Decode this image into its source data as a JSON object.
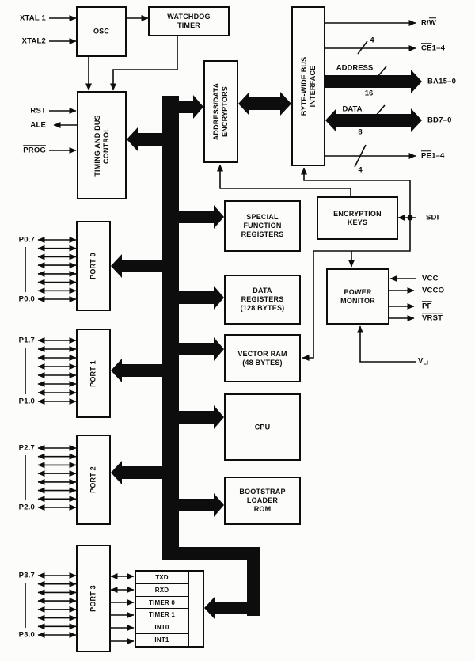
{
  "colors": {
    "ink": "#0d0d0d",
    "paper": "#fcfcfa"
  },
  "blocks": {
    "osc": "OSC",
    "watchdog": "WATCHDOG\nTIMER",
    "timing": "TIMING AND BUS\nCONTROL",
    "encryptors": "ADDRESS/DATA\nENCRYPTORS",
    "bus_interface": "BYTE-WIDE BUS\nINTERFACE",
    "sfr": "SPECIAL\nFUNCTION\nREGISTERS",
    "encryption_keys": "ENCRYPTION\nKEYS",
    "data_registers": "DATA\nREGISTERS\n(128 BYTES)",
    "power_monitor": "POWER\nMONITOR",
    "vector_ram": "VECTOR RAM\n(48 BYTES)",
    "cpu": "CPU",
    "boot_rom": "BOOTSTRAP\nLOADER\nROM",
    "port0": "PORT 0",
    "port1": "PORT 1",
    "port2": "PORT 2",
    "port3": "PORT 3"
  },
  "peripherals": {
    "rows": [
      "TXD",
      "RXD",
      "TIMER 0",
      "TIMER 1",
      "INT0",
      "INT1"
    ]
  },
  "signals": {
    "xtal1": "XTAL 1",
    "xtal2": "XTAL2",
    "rst": "RST",
    "ale": "ALE",
    "prog": "PROG",
    "rw_pre": "R/",
    "rw_over": "W",
    "ce_over": "CE",
    "ce_rest": "1–4",
    "ce_width": "4",
    "address": "ADDRESS",
    "addr_width": "16",
    "ba": "BA15–0",
    "data": "DATA",
    "data_width": "8",
    "bd": "BD7–0",
    "pe_over": "PE",
    "pe_rest": "1–4",
    "pe_width": "4",
    "sdi": "SDI",
    "vcc": "VCC",
    "vcco": "VCCO",
    "pf": "PF",
    "vrst": "VRST",
    "vli_base": "V",
    "vli_sub": "LI"
  },
  "pins": {
    "p0_high": "P0.7",
    "p0_low": "P0.0",
    "p1_high": "P1.7",
    "p1_low": "P1.0",
    "p2_high": "P2.7",
    "p2_low": "P2.0",
    "p3_high": "P3.7",
    "p3_low": "P3.0"
  }
}
